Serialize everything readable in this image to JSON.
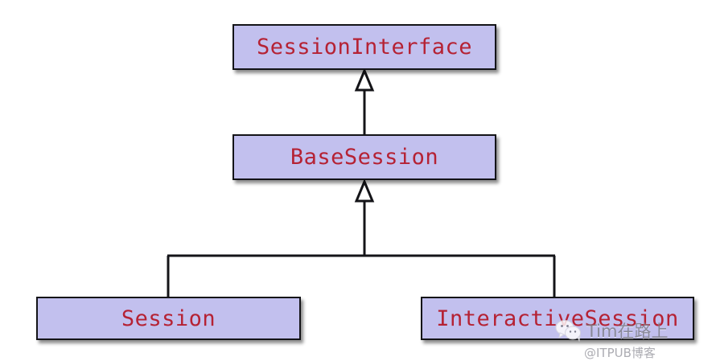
{
  "diagram": {
    "type": "uml-class-inheritance",
    "background_color": "#ffffff",
    "box_fill_color": "#c2c0ee",
    "box_border_color": "#141418",
    "label_color": "#b52234",
    "connector_color": "#141418",
    "classes": [
      {
        "id": "session-interface",
        "label": "SessionInterface"
      },
      {
        "id": "base-session",
        "label": "BaseSession"
      },
      {
        "id": "session",
        "label": "Session"
      },
      {
        "id": "interactive-session",
        "label": "InteractiveSession"
      }
    ],
    "relations": [
      {
        "from": "BaseSession",
        "to": "SessionInterface",
        "kind": "generalization"
      },
      {
        "from": "Session",
        "to": "BaseSession",
        "kind": "generalization"
      },
      {
        "from": "InteractiveSession",
        "to": "BaseSession",
        "kind": "generalization"
      }
    ]
  },
  "watermark": {
    "icon": "wechat-icon",
    "text": "Tim在路上",
    "subtext": "@ITPUB博客"
  }
}
